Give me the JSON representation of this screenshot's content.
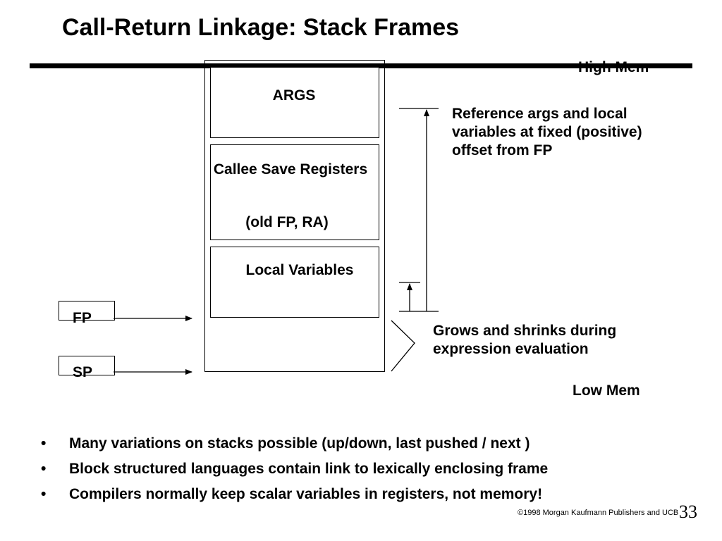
{
  "slide": {
    "title": "Call-Return Linkage: Stack Frames",
    "slide_number": "33",
    "copyright": "©1998 Morgan Kaufmann Publishers and UCB"
  },
  "stack": {
    "high_mem_label": "High Mem",
    "low_mem_label": "Low Mem",
    "frames": {
      "args": "ARGS",
      "callee_save": "Callee Save Registers",
      "old_fp_ra": "(old FP,  RA)",
      "local_vars": "Local Variables"
    }
  },
  "pointers": {
    "fp": "FP",
    "sp": "SP"
  },
  "annotations": {
    "reference": "Reference args and local variables at fixed (positive) offset from FP",
    "grows": "Grows and shrinks during expression evaluation"
  },
  "bullets": [
    "Many variations on stacks possible (up/down, last pushed / next )",
    "Block structured languages contain link to lexically enclosing frame",
    "Compilers normally keep scalar variables in registers, not memory!"
  ],
  "bullet_glyph": "•"
}
